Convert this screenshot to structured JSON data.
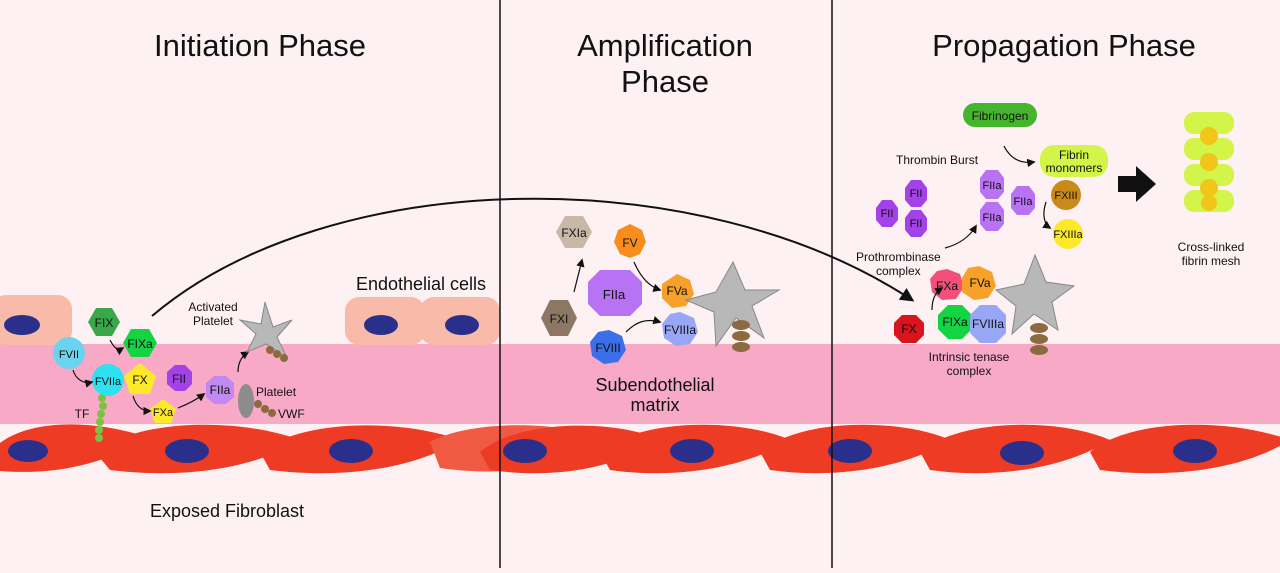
{
  "panels": [
    {
      "title_lines": [
        "Initiation Phase"
      ]
    },
    {
      "title_lines": [
        "Amplification",
        "Phase"
      ]
    },
    {
      "title_lines": [
        "Propagation Phase"
      ]
    }
  ],
  "tissue": {
    "endothelial_label": "Endothelial cells",
    "subendothelial_label": [
      "Subendothelial",
      "matrix"
    ],
    "fibroblast_label": "Exposed Fibroblast"
  },
  "initiation": {
    "activated_platelet": [
      "Activated",
      "Platelet"
    ],
    "platelet": "Platelet",
    "vwf": "VWF",
    "tf": "TF"
  },
  "propagation": {
    "thrombin_burst": "Thrombin Burst",
    "prothrombinase": [
      "Prothrombinase",
      "complex"
    ],
    "intrinsic_tenase": [
      "Intrinsic tenase",
      "complex"
    ],
    "cross_linked": [
      "Cross-linked",
      "fibrin mesh"
    ]
  },
  "factors": {
    "fix": "FIX",
    "fixa": "FIXa",
    "fvii": "FVII",
    "fviia": "FVIIa",
    "fx": "FX",
    "fxa": "FXa",
    "fii": "FII",
    "fiia": "FIIa",
    "fxia": "FXIa",
    "fv": "FV",
    "fxi": "FXI",
    "fva": "FVa",
    "fviii": "FVIII",
    "fviiia": "FVIIIa",
    "fxiii": "FXIII",
    "fxiiia": "FXIIIa",
    "fibrinogen": "Fibrinogen",
    "fibrin_monomers": [
      "Fibrin",
      "monomers"
    ]
  },
  "colors": {
    "background": "#fdf1f3",
    "subendothelium": "#f7a9c6",
    "endothelial_cell": "#f8bba9",
    "nucleus": "#2b2f8c",
    "fibroblast": "#ee3b24",
    "platelet": "#b8b8b8",
    "purple": "#a342e8",
    "green": "#3aa84a",
    "cyan": "#6ad3ef",
    "yellow": "#fde92c",
    "orange": "#f7a12a",
    "red": "#d9141c",
    "lime": "#d3f54a",
    "brown": "#8b6a40"
  }
}
